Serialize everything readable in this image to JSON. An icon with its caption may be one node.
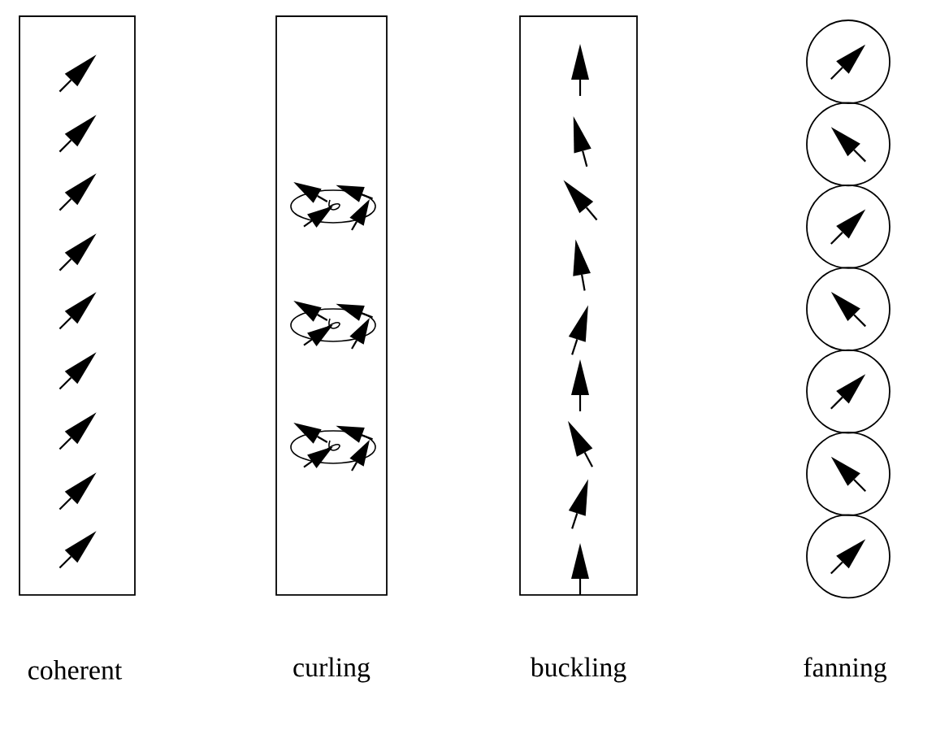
{
  "diagram": {
    "labels": [
      "coherent",
      "curling",
      "buckling",
      "fanning"
    ]
  }
}
